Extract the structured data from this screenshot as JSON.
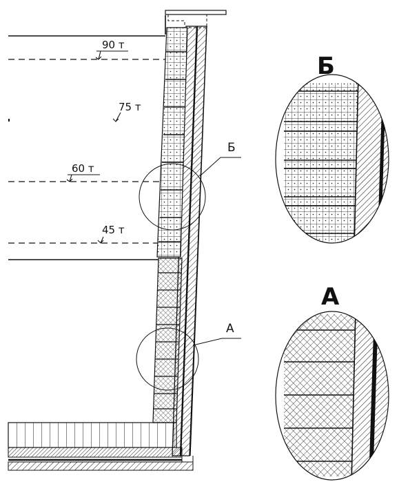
{
  "diagram": {
    "level_labels": [
      "90 т",
      "75 т",
      "60 т",
      "45 т"
    ],
    "callouts": [
      "Б",
      "А"
    ],
    "detail_titles": [
      "Б",
      "А"
    ],
    "colors": {
      "ink": "#111111",
      "background": "#ffffff"
    }
  }
}
